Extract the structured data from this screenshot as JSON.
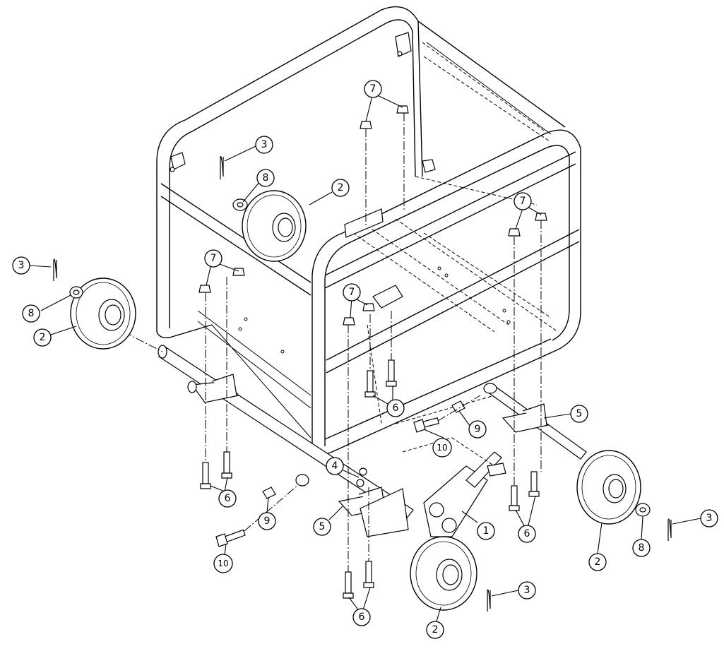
{
  "callouts": {
    "c1": "1",
    "c2a": "2",
    "c2b": "2",
    "c2c": "2",
    "c2d": "2",
    "c3a": "3",
    "c3b": "3",
    "c3c": "3",
    "c3d": "3",
    "c4": "4",
    "c5a": "5",
    "c5b": "5",
    "c6a": "6",
    "c6b": "6",
    "c6c": "6",
    "c6d": "6",
    "c7a": "7",
    "c7b": "7",
    "c7c": "7",
    "c7d": "7",
    "c8a": "8",
    "c8b": "8",
    "c8c": "8",
    "c9a": "9",
    "c9b": "9",
    "c10a": "10",
    "c10b": "10"
  }
}
